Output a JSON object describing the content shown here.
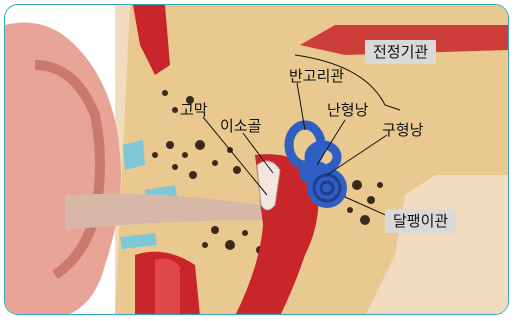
{
  "labels": {
    "vestibular": "전정기관",
    "semicircular": "반고리관",
    "eardrum": "고막",
    "ossicles": "이소골",
    "saccule": "난형낭",
    "utricle": "구형낭",
    "cochlea": "달팽이관"
  },
  "colors": {
    "border": "#3aa7b5",
    "skin": "#e8a597",
    "bone": "#e9c98f",
    "canal_red": "#c8262b",
    "inner_ear_blue": "#2f5fc2",
    "label_box": "#d9d9d9"
  }
}
